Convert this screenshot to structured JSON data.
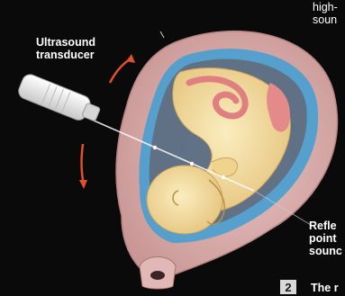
{
  "labels": {
    "transducer": "Ultrasound\ntransducer",
    "top_right": "high-\nsoun",
    "reflect": "Refle\npoint\nsounc",
    "step_number": "2",
    "bottom_right": "The r"
  },
  "colors": {
    "background": "#0a0a0a",
    "uterus": "#dcb0b0",
    "amniotic": "#5aa9d6",
    "baby_skin": "#f2dc9a",
    "placenta": "#e58a8a",
    "arrow": "#e0502a",
    "beam": "#ffffff"
  },
  "icons": [
    "transducer-probe-icon",
    "rotation-arrow-icon"
  ]
}
